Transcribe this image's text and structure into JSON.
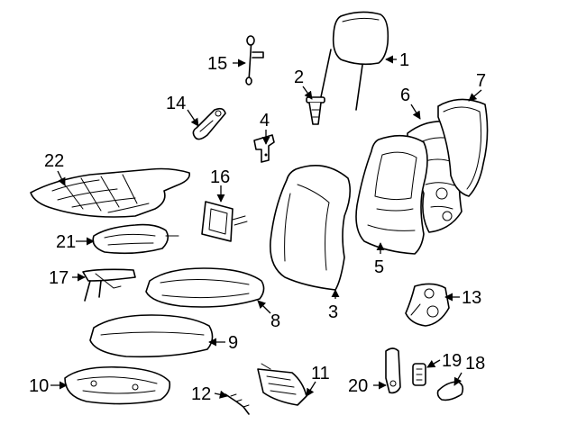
{
  "callouts": [
    "1",
    "2",
    "3",
    "4",
    "5",
    "6",
    "7",
    "8",
    "9",
    "10",
    "11",
    "12",
    "13",
    "14",
    "15",
    "16",
    "17",
    "18",
    "19",
    "20",
    "21",
    "22"
  ]
}
